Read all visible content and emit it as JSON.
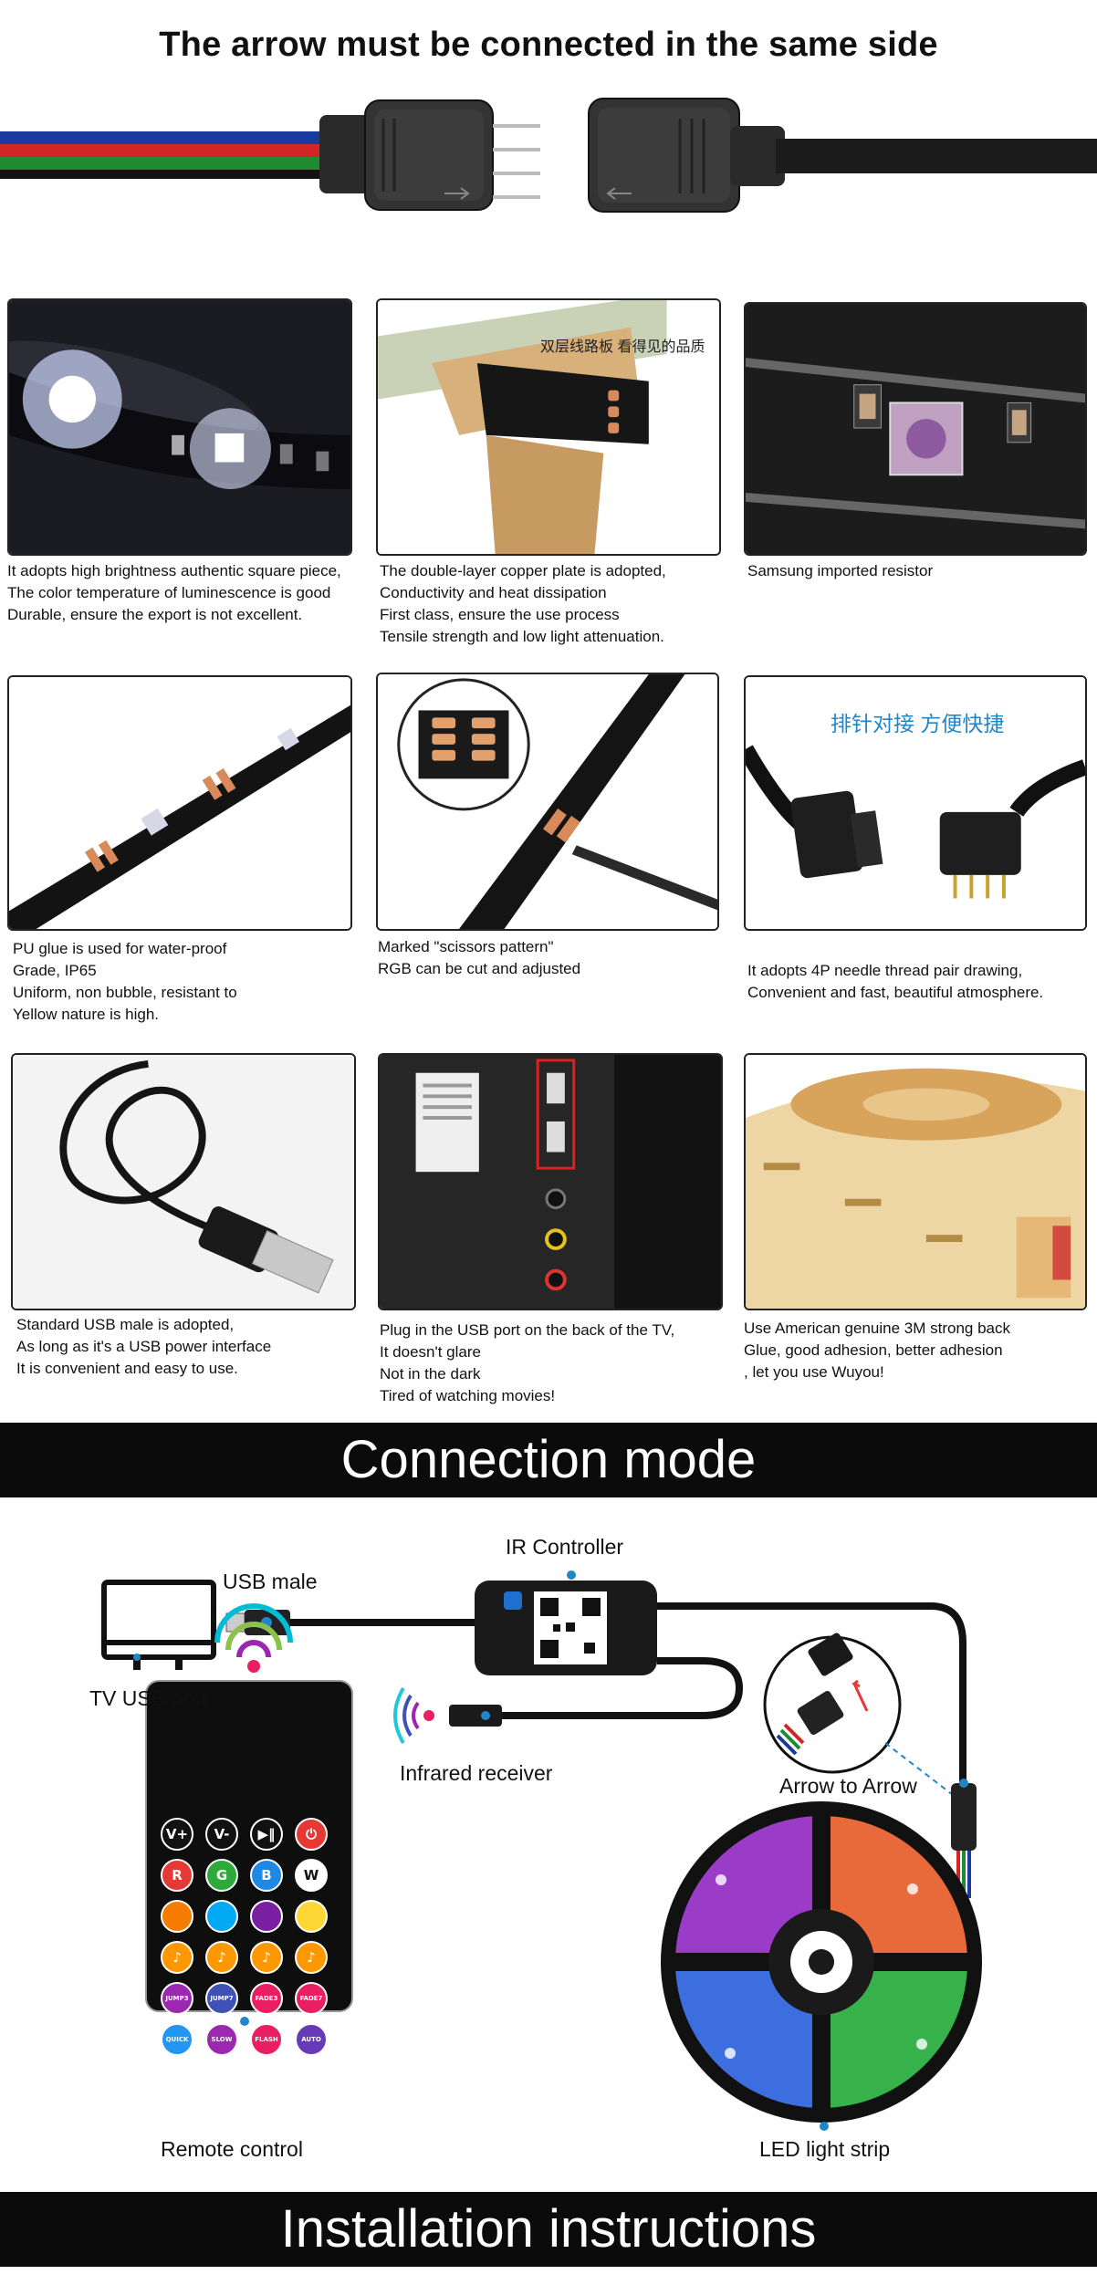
{
  "header": {
    "title": "The arrow must be connected in the same side"
  },
  "features": [
    {
      "lines": [
        "It adopts high brightness authentic square piece,",
        "The color temperature of luminescence is good",
        "Durable, ensure the export is not excellent."
      ]
    },
    {
      "overlay": "双层线路板  看得见的品质",
      "lines": [
        "The double-layer copper plate is adopted,",
        "Conductivity and heat dissipation",
        "First class, ensure the use process",
        "Tensile strength and low light attenuation."
      ]
    },
    {
      "lines": [
        "Samsung imported resistor"
      ]
    },
    {
      "lines": [
        "PU glue is used for water-proof",
        "Grade, IP65",
        "Uniform, non bubble, resistant to",
        "Yellow nature is high."
      ]
    },
    {
      "lines": [
        "Marked \"scissors pattern\"",
        "RGB can be cut and adjusted"
      ]
    },
    {
      "overlay": "排针对接  方便快捷",
      "lines": [
        "It adopts 4P needle thread pair drawing,",
        "Convenient and fast, beautiful atmosphere."
      ]
    },
    {
      "lines": [
        "Standard USB male is adopted,",
        "As long as it's a USB power interface",
        "It is convenient and easy to use."
      ]
    },
    {
      "lines": [
        "Plug in the USB port on the back of the TV,",
        "It doesn't glare",
        "Not in the dark",
        "Tired of watching movies!"
      ]
    },
    {
      "lines": [
        "Use American genuine 3M strong back",
        "Glue, good adhesion, better adhesion",
        ", let you use Wuyou!"
      ]
    }
  ],
  "connection": {
    "banner": "Connection mode",
    "labels": {
      "ir_controller": "IR Controller",
      "usb_male": "USB male",
      "tv_usb_port": "TV USB port",
      "infrared_receiver": "Infrared receiver",
      "arrow_to_arrow": "Arrow to Arrow",
      "remote_control": "Remote control",
      "led_strip": "LED light strip"
    },
    "remote_buttons": [
      [
        "V+",
        "V-",
        "▶‖",
        "⏻"
      ],
      [
        "R",
        "G",
        "B",
        "W"
      ],
      [
        "",
        "",
        "",
        ""
      ],
      [
        "♪",
        "♪",
        "♪",
        "♪"
      ],
      [
        "JUMP3",
        "JUMP7",
        "FADE3",
        "FADE7"
      ],
      [
        "QUICK",
        "SLOW",
        "FLASH",
        "AUTO"
      ]
    ],
    "remote_colors": [
      [
        "#111111",
        "#111111",
        "#111111",
        "#e53935"
      ],
      [
        "#e53935",
        "#2eaa3a",
        "#1e88e5",
        "#ffffff"
      ],
      [
        "#f57c00",
        "#03a9f4",
        "#7b1fa2",
        "#fdd835"
      ],
      [
        "#ff9800",
        "#ff9800",
        "#ff9800",
        "#ff9800"
      ],
      [
        "#9c27b0",
        "#3f51b5",
        "#e91e63",
        "#e91e63"
      ],
      [
        "#2196f3",
        "#9c27b0",
        "#e91e63",
        "#673ab7"
      ]
    ]
  },
  "installation": {
    "banner": "Installation instructions"
  },
  "colors": {
    "accent_blue": "#1f87c9",
    "banner_bg": "#0b0b0b"
  }
}
